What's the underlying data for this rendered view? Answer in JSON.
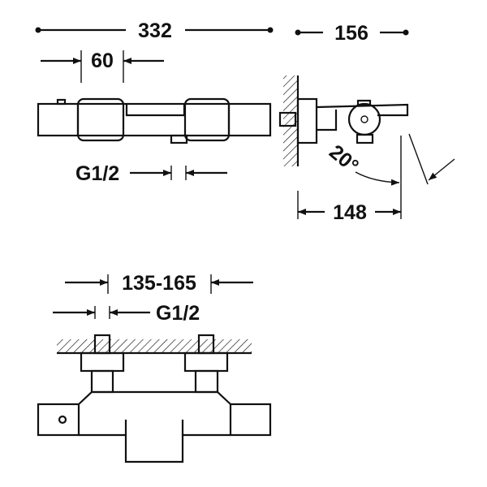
{
  "dimensions": {
    "overall_width": "332",
    "depth": "156",
    "knob_offset": "60",
    "outlet_thread": "G1/2",
    "swivel_angle": "20°",
    "spout_projection": "148",
    "inlet_centers": "135-165",
    "inlet_thread": "G1/2"
  },
  "colors": {
    "line": "#111111",
    "background": "#ffffff"
  }
}
